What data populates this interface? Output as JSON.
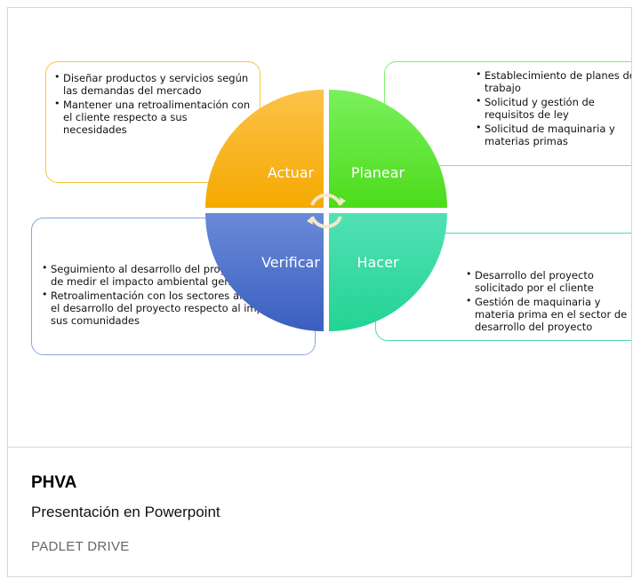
{
  "card": {
    "title": "PHVA",
    "subtitle": "Presentación en Powerpoint",
    "source": "PADLET DRIVE"
  },
  "diagram": {
    "quadrants": {
      "actuar": {
        "label": "Actuar",
        "color": "#fbb423"
      },
      "planear": {
        "label": "Planear",
        "color": "#5fe83c"
      },
      "verificar": {
        "label": "Verificar",
        "color": "#4a6fc8"
      },
      "hacer": {
        "label": "Hacer",
        "color": "#36d9a4"
      }
    },
    "actuar_items": [
      "Diseñar productos y servicios según las demandas del mercado",
      "Mantener una retroalimentación con el cliente respecto a sus necesidades"
    ],
    "planear_items": [
      "Establecimiento de planes de trabajo",
      "Solicitud y gestión  de requisitos de ley",
      "Solicitud de maquinaria y materias primas"
    ],
    "verificar_items": [
      "Seguimiento al desarrollo del proyecto con el fin de medir el impacto ambiental generado",
      "Retroalimentación con los sectores afectados por el desarrollo del proyecto respecto al impacto en sus comunidades"
    ],
    "hacer_items": [
      "Desarrollo del proyecto solicitado por el cliente",
      "Gestión de maquinaria y materia prima  en el sector de desarrollo del proyecto"
    ]
  }
}
